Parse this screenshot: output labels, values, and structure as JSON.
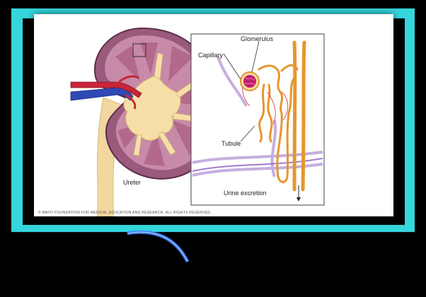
{
  "labels": {
    "glomerulus": "Glomerulus",
    "capillary": "Capillary",
    "tubule": "Tubule",
    "ureter": "Ureter",
    "urine_excretion": "Urine excretion"
  },
  "copyright": "© MAYO FOUNDATION FOR MEDICAL EDUCATION AND RESEARCH. ALL RIGHTS RESERVED.",
  "colors": {
    "frame": "#35d6dc",
    "kidney_cortex": "#9a5a7c",
    "medulla": "#f6dfa6",
    "ureter": "#f2d7a0",
    "artery": "#c8253a",
    "vein": "#2f49b5",
    "tubule": "#e6962e"
  }
}
